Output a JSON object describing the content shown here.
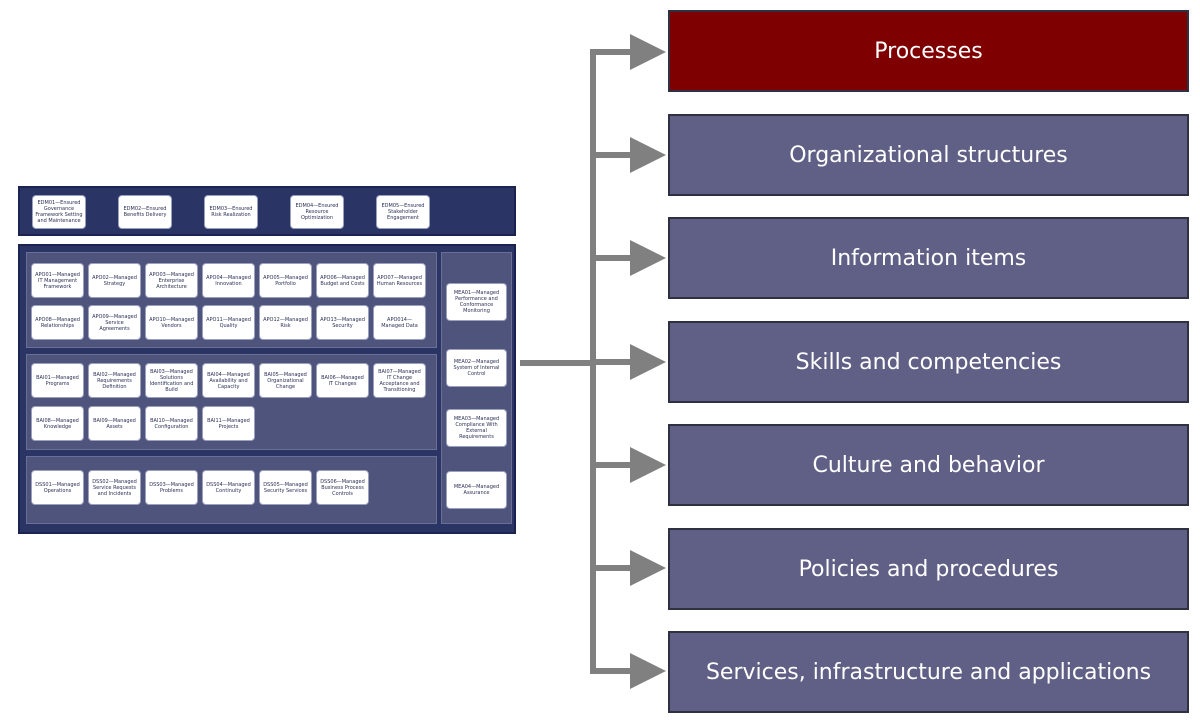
{
  "cobit": {
    "edm": [
      "EDM01—Ensured Governance Framework Setting and Maintenance",
      "EDM02—Ensured Benefits Delivery",
      "EDM03—Ensured Risk Realization",
      "EDM04—Ensured Resource Optimization",
      "EDM05—Ensured Stakeholder Engagement"
    ],
    "apo": [
      "APO01—Managed IT Management Framework",
      "APO02—Managed Strategy",
      "APO03—Managed Enterprise Architecture",
      "APO04—Managed Innovation",
      "APO05—Managed Portfolio",
      "APO06—Managed Budget and Costs",
      "APO07—Managed Human Resources",
      "APO08—Managed Relationships",
      "APO09—Managed Service Agreements",
      "APO10—Managed Vendors",
      "APO11—Managed Quality",
      "APO12—Managed Risk",
      "APO13—Managed Security",
      "APO014—Managed Data"
    ],
    "bai": [
      "BAI01—Managed Programs",
      "BAI02—Managed Requirements Definition",
      "BAI03—Managed Solutions Identification and Build",
      "BAI04—Managed Availability and Capacity",
      "BAI05—Managed Organizational Change",
      "BAI06—Managed IT Changes",
      "BAI07—Managed IT Change Acceptance and Transitioning",
      "BAI08—Managed Knowledge",
      "BAI09—Managed Assets",
      "BAI10—Managed Configuration",
      "BAI11—Managed Projects"
    ],
    "dss": [
      "DSS01—Managed Operations",
      "DSS02—Managed Service Requests and Incidents",
      "DSS03—Managed Problems",
      "DSS04—Managed Continuity",
      "DSS05—Managed Security Services",
      "DSS06—Managed Business Process Controls"
    ],
    "mea": [
      "MEA01—Managed Performance and Conformance Monitoring",
      "MEA02—Managed System of Internal Control",
      "MEA03—Managed Compliance With External Requirements",
      "MEA04—Managed Assurance"
    ]
  },
  "components": [
    "Processes",
    "Organizational structures",
    "Information items",
    "Skills and competencies",
    "Culture and behavior",
    "Policies and procedures",
    "Services, infrastructure and applications"
  ],
  "colors": {
    "panel": "#2a3566",
    "subpanel": "#4e547c",
    "enabler_box": "#606086",
    "highlight_box": "#7e0000",
    "arrow": "#808080"
  }
}
